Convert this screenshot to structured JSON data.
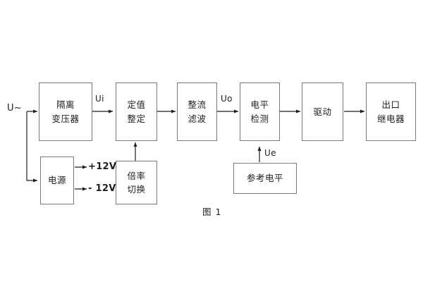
{
  "figure": {
    "caption": "图 1",
    "line_color": "#7a7a7a",
    "text_color": "#1d1d1d",
    "background": "#ffffff"
  },
  "blocks": {
    "isolation_transformer": {
      "line1": "隔离",
      "line2": "变压器"
    },
    "setpoint": {
      "line1": "定值",
      "line2": "整定"
    },
    "rectify_filter": {
      "line1": "整流",
      "line2": "滤波"
    },
    "level_detect": {
      "line1": "电平",
      "line2": "检测"
    },
    "drive": {
      "line1": "驱动",
      "line2": ""
    },
    "output_relay": {
      "line1": "出口",
      "line2": "继电器"
    },
    "power_supply": {
      "line1": "电源",
      "line2": ""
    },
    "multiplier_switch": {
      "line1": "倍率",
      "line2": "切换"
    },
    "reference_level": {
      "line1": "参考电平",
      "line2": ""
    }
  },
  "labels": {
    "input_source": "U~",
    "ui": "Ui",
    "uo": "Uo",
    "ue": "Ue",
    "rail_pos": "+12V",
    "rail_neg": "- 12V"
  }
}
